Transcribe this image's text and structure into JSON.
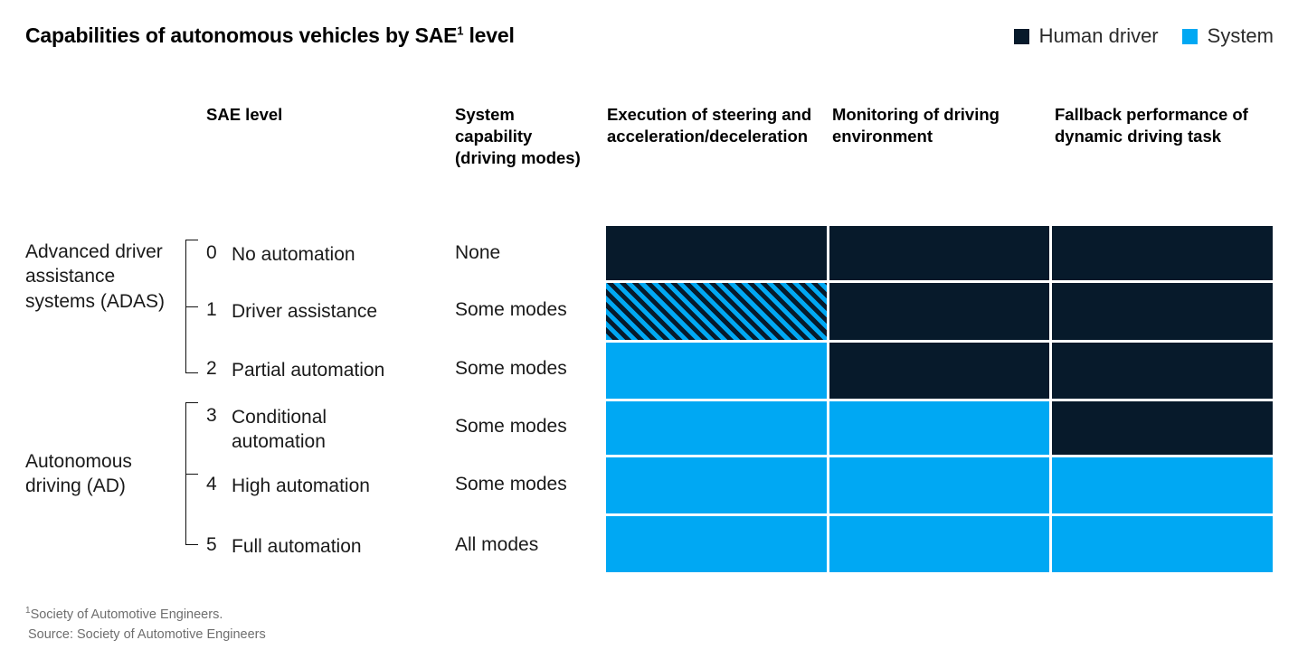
{
  "title": {
    "text_before": "Capabilities of autonomous vehicles by SAE",
    "footnote_marker": "1",
    "text_after": " level"
  },
  "legend": {
    "items": [
      {
        "label": "Human driver",
        "color": "#071a2b",
        "key": "human"
      },
      {
        "label": "System",
        "color": "#00a8f3",
        "key": "system"
      }
    ]
  },
  "columns": [
    {
      "key": "sae_level",
      "header": "SAE level"
    },
    {
      "key": "capability",
      "header": "System capability (driving modes)"
    },
    {
      "key": "execution",
      "header": "Execution of steering and acceleration/deceleration"
    },
    {
      "key": "monitoring",
      "header": "Monitoring of driving environment"
    },
    {
      "key": "fallback",
      "header": "Fallback performance of dynamic driving task"
    }
  ],
  "groups": [
    {
      "key": "adas",
      "label": "Advanced driver assistance systems (ADAS)",
      "levels": [
        0,
        1,
        2
      ]
    },
    {
      "key": "ad",
      "label": "Autonomous driving (AD)",
      "levels": [
        3,
        4,
        5
      ]
    }
  ],
  "rows": [
    {
      "level": "0",
      "name": "No automation",
      "capability": "None",
      "execution": "human",
      "monitoring": "human",
      "fallback": "human"
    },
    {
      "level": "1",
      "name": "Driver assistance",
      "capability": "Some modes",
      "execution": "shared",
      "monitoring": "human",
      "fallback": "human"
    },
    {
      "level": "2",
      "name": "Partial automation",
      "capability": "Some modes",
      "execution": "system",
      "monitoring": "human",
      "fallback": "human"
    },
    {
      "level": "3",
      "name": "Conditional automation",
      "capability": "Some modes",
      "execution": "system",
      "monitoring": "system",
      "fallback": "human"
    },
    {
      "level": "4",
      "name": "High automation",
      "capability": "Some modes",
      "execution": "system",
      "monitoring": "system",
      "fallback": "system"
    },
    {
      "level": "5",
      "name": "Full automation",
      "capability": "All modes",
      "execution": "system",
      "monitoring": "system",
      "fallback": "system"
    }
  ],
  "footnotes": {
    "marker": "1",
    "note": "Society of Automotive Engineers.",
    "source": "Source: Society of Automotive Engineers"
  },
  "chart_data": {
    "type": "heatmap",
    "title": "Capabilities of autonomous vehicles by SAE1 level",
    "xlabel": "",
    "ylabel": "",
    "grid": false,
    "legend_position": "top-right",
    "categories": [
      "Execution of steering and acceleration/deceleration",
      "Monitoring of driving environment",
      "Fallback performance of dynamic driving task"
    ],
    "row_labels": [
      "0 No automation",
      "1 Driver assistance",
      "2 Partial automation",
      "3 Conditional automation",
      "4 High automation",
      "5 Full automation"
    ],
    "value_legend": {
      "human": "Human driver",
      "shared": "Human driver and System",
      "system": "System"
    },
    "colors": {
      "human": "#071a2b",
      "system": "#00a8f3",
      "shared": "striped"
    },
    "values": [
      [
        "human",
        "human",
        "human"
      ],
      [
        "shared",
        "human",
        "human"
      ],
      [
        "system",
        "human",
        "human"
      ],
      [
        "system",
        "system",
        "human"
      ],
      [
        "system",
        "system",
        "system"
      ],
      [
        "system",
        "system",
        "system"
      ]
    ],
    "annotations": [
      "Advanced driver assistance systems (ADAS) covers SAE levels 0-2",
      "Autonomous driving (AD) covers SAE levels 3-5"
    ]
  }
}
